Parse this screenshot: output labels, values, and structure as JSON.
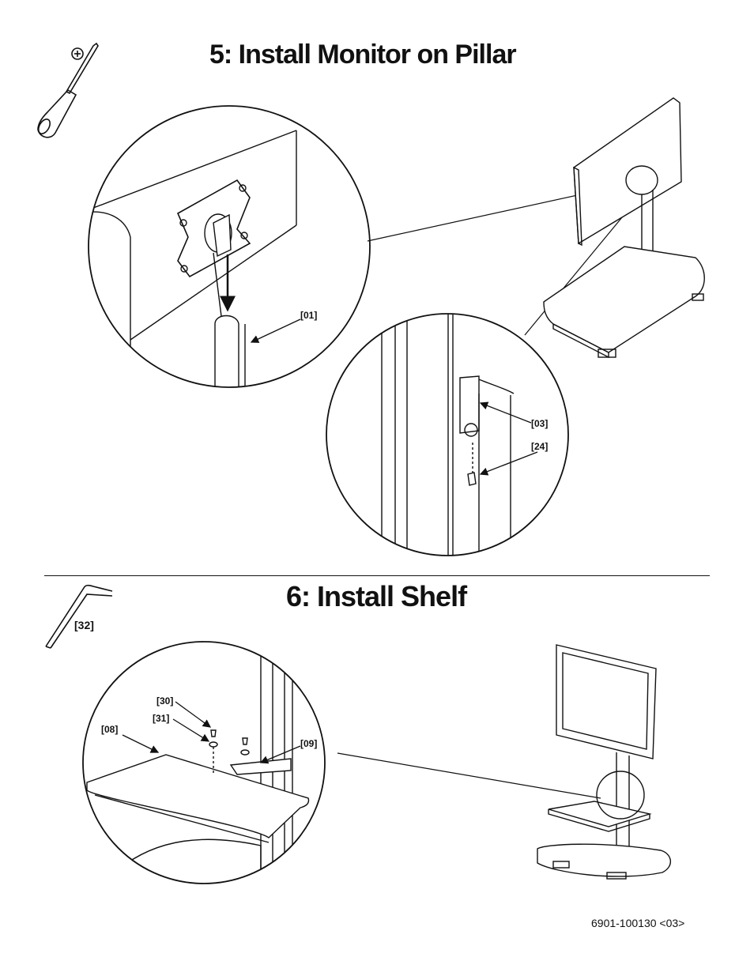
{
  "step5": {
    "title": "5: Install Monitor on Pillar",
    "labels": {
      "part01": "[01]",
      "part03": "[03]",
      "part24": "[24]"
    },
    "tool_icon": "phillips-screwdriver-icon"
  },
  "step6": {
    "title": "6: Install Shelf",
    "tool_label": "[32]",
    "tool_icon": "hex-key-icon",
    "labels": {
      "part30": "[30]",
      "part31": "[31]",
      "part08": "[08]",
      "part09": "[09]"
    }
  },
  "footer": {
    "doc_number": "6901-100130 <03>"
  }
}
